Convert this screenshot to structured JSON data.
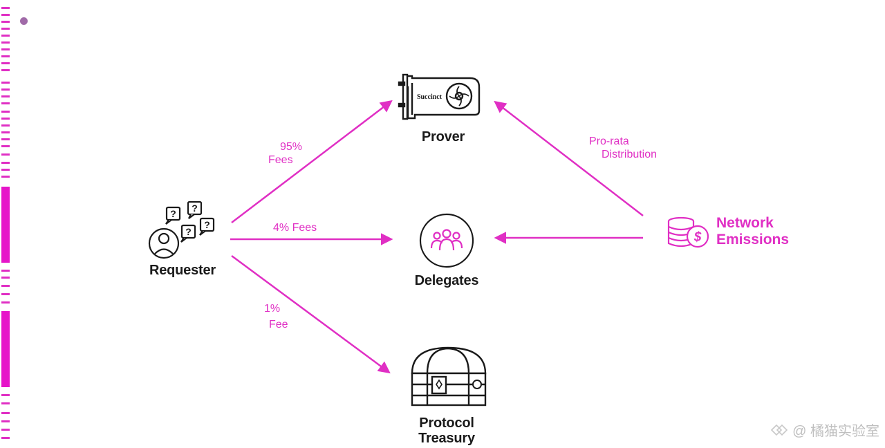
{
  "diagram": {
    "nodes": {
      "requester": {
        "label": "Requester",
        "icon": "requester-icon"
      },
      "prover": {
        "label": "Prover",
        "icon": "gpu-card-icon",
        "card_text": "Succinct"
      },
      "delegates": {
        "label": "Delegates",
        "icon": "people-group-icon"
      },
      "treasury": {
        "label_line1": "Protocol",
        "label_line2": "Treasury",
        "icon": "treasure-chest-icon"
      },
      "emissions": {
        "label_line1": "Network",
        "label_line2": "Emissions",
        "icon": "coin-stack-icon"
      }
    },
    "edges": {
      "requester_prover": {
        "line1": "95%",
        "line2": "Fees"
      },
      "requester_delegates": {
        "line1": "4% Fees"
      },
      "requester_treasury": {
        "line1": "1%",
        "line2": "Fee"
      },
      "emissions_prover": {
        "line1": "Pro-rata",
        "line2": "Distribution"
      }
    },
    "question_mark": "?"
  },
  "watermark": {
    "text": "@ 橘猫实验室"
  },
  "colors": {
    "accent": "#e02fc4",
    "ink": "#1a1a1a",
    "background": "#ffffff"
  }
}
